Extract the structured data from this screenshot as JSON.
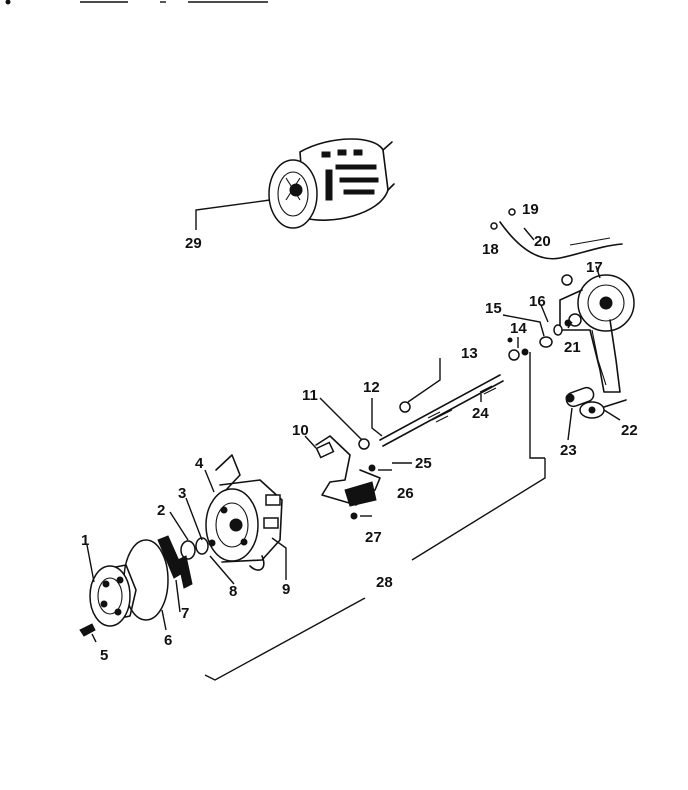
{
  "diagram": {
    "callouts": {
      "c1": "1",
      "c2": "2",
      "c3": "3",
      "c4": "4",
      "c5": "5",
      "c6": "6",
      "c7": "7",
      "c8": "8",
      "c9": "9",
      "c10": "10",
      "c11": "11",
      "c12": "12",
      "c13": "13",
      "c14": "14",
      "c15": "15",
      "c16": "16",
      "c17": "17",
      "c18": "18",
      "c19": "19",
      "c20": "20",
      "c21": "21",
      "c22": "22",
      "c23": "23",
      "c24": "24",
      "c25": "25",
      "c26": "26",
      "c27": "27",
      "c28": "28",
      "c29": "29"
    },
    "colors": {
      "ink": "#111111",
      "paper": "#ffffff"
    }
  }
}
